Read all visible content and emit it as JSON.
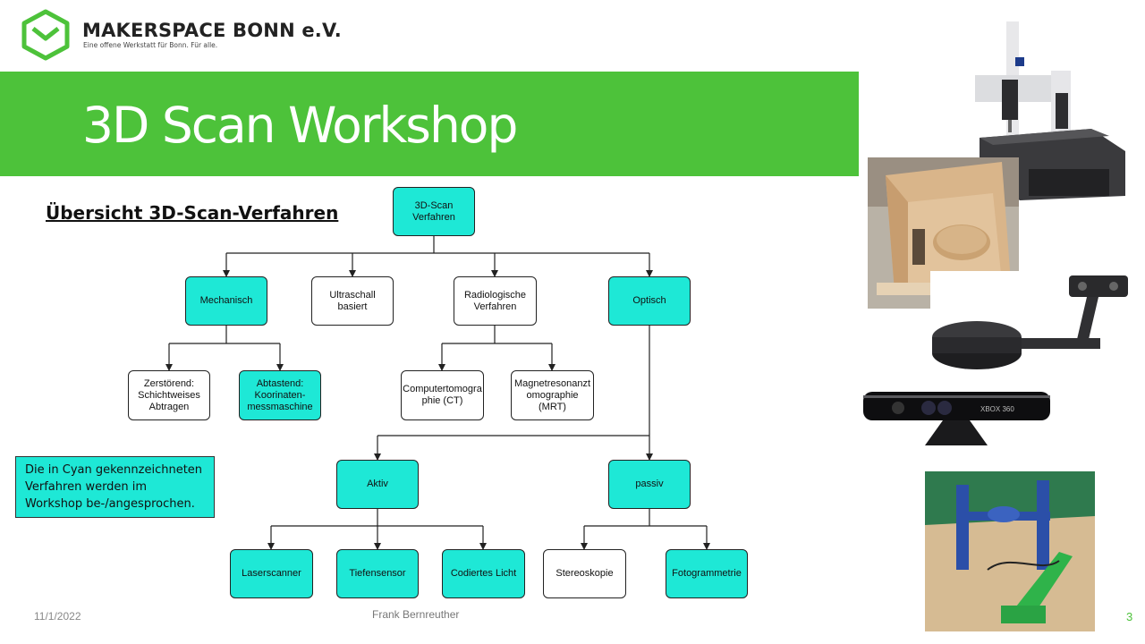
{
  "header": {
    "org_name": "MAKERSPACE BONN e.V.",
    "tagline": "Eine offene Werkstatt für Bonn. Für alle.",
    "title": "3D Scan Workshop",
    "subtitle": "Übersicht 3D-Scan-Verfahren"
  },
  "colors": {
    "brand_green": "#4dc23a",
    "cyan": "#1ee8d6"
  },
  "diagram": {
    "root": "3D-Scan\nVerfahren",
    "mechanisch": "Mechanisch",
    "ultraschall": "Ultraschall\nbasiert",
    "radiologisch": "Radiologische\nVerfahren",
    "optisch": "Optisch",
    "zerstoerend": "Zerstörend:\nSchichtweises\nAbtragen",
    "abtastend": "Abtastend:\nKoorinaten-\nmessmaschine",
    "ct": "Computertomogra\nphie (CT)",
    "mrt": "Magnetresonanzt\nomographie\n(MRT)",
    "aktiv": "Aktiv",
    "passiv": "passiv",
    "laserscanner": "Laserscanner",
    "tiefensensor": "Tiefensensor",
    "codiertes_licht": "Codiertes Licht",
    "stereoskopie": "Stereoskopie",
    "fotogrammetrie": "Fotogrammetrie"
  },
  "note": "Die in Cyan gekennzeichneten\nVerfahren werden im\nWorkshop be-/angesprochen.",
  "footer": {
    "date": "11/1/2022",
    "author": "Frank Bernreuther",
    "page": "3"
  },
  "photos": {
    "xbox_label": "XBOX 360"
  }
}
